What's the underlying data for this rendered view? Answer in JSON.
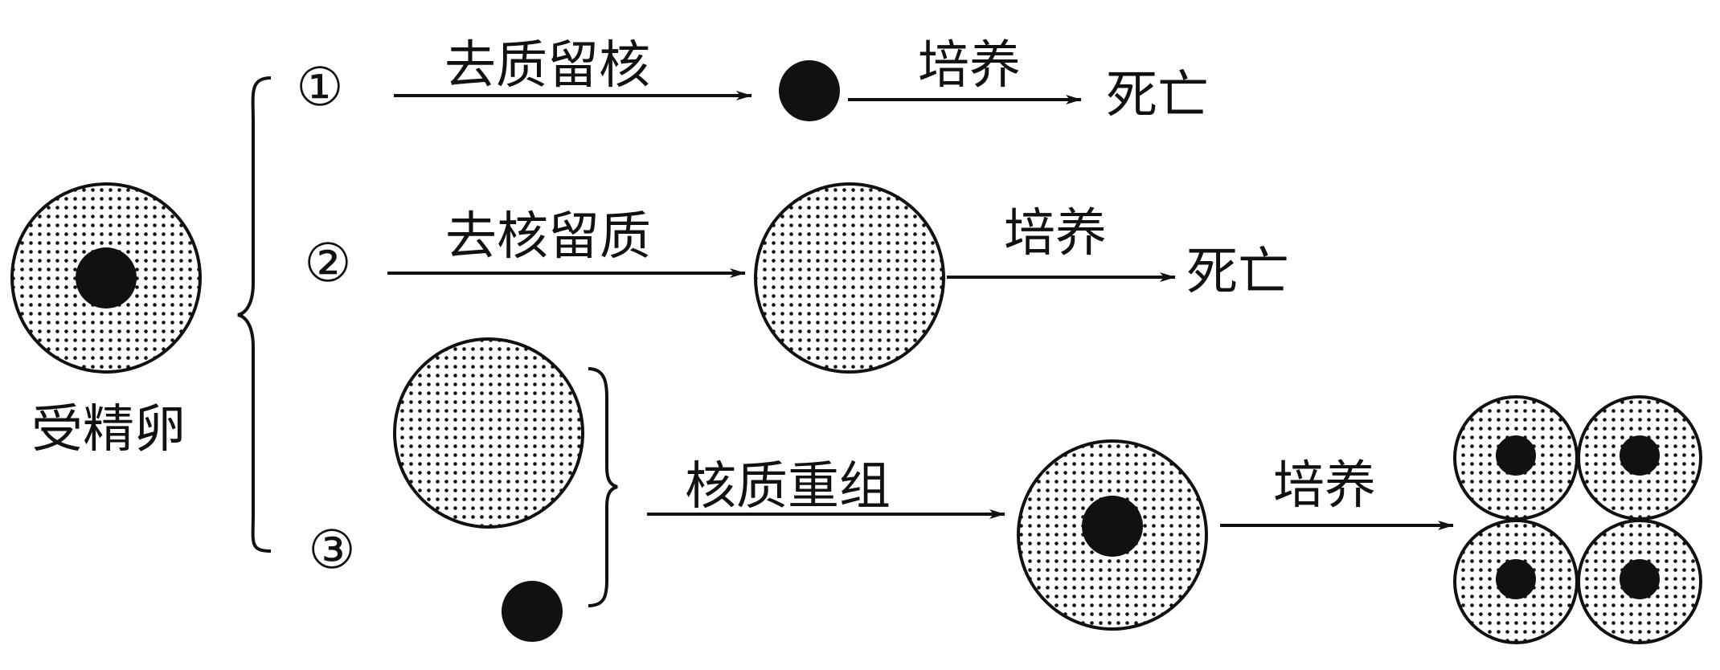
{
  "colors": {
    "ink": "#111111",
    "paper": "#ffffff"
  },
  "egg_label": "受精卵",
  "paths": {
    "p1": {
      "number": "①",
      "step": "去质留核",
      "culture": "培养",
      "result": "死亡"
    },
    "p2": {
      "number": "②",
      "step": "去核留质",
      "culture": "培养",
      "result": "死亡"
    },
    "p3": {
      "number": "③",
      "step": "核质重组",
      "culture": "培养"
    }
  }
}
